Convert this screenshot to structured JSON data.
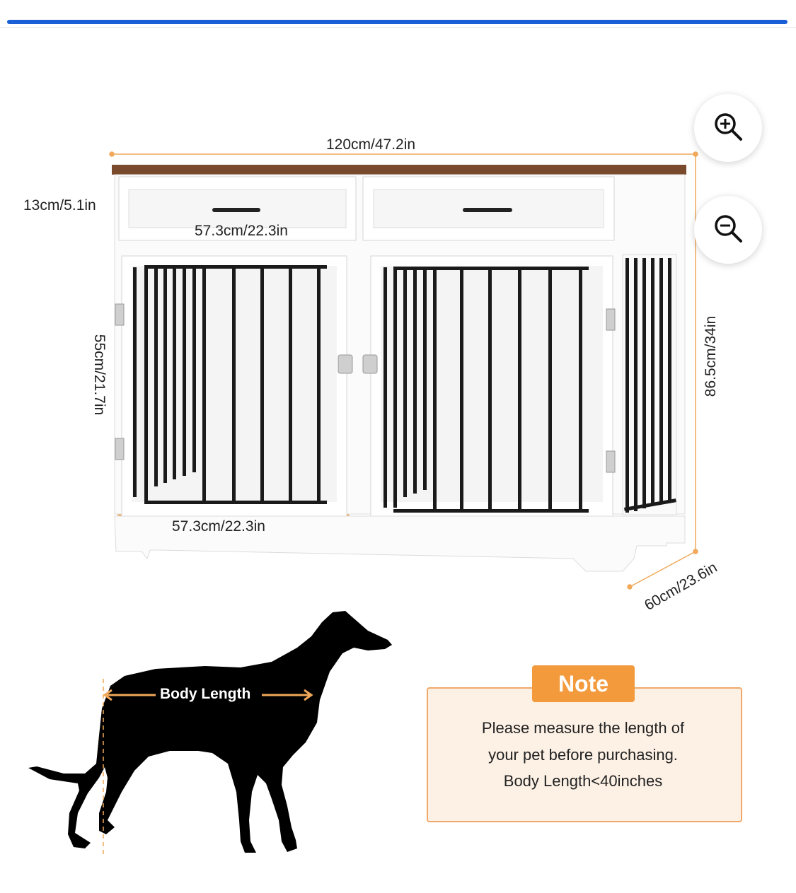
{
  "icons": {
    "zoom_in": "zoom-in-icon",
    "zoom_out": "zoom-out-icon"
  },
  "colors": {
    "accent_bar": "#1a5fd6",
    "note_orange": "#f39a3d",
    "note_bg": "#fdf1e5",
    "wood_top": "#7a4a2c",
    "dim_line": "#f0a85a"
  },
  "dimensions": {
    "width": "120cm/47.2in",
    "drawer_height": "13cm/5.1in",
    "drawer_width": "57.3cm/22.3in",
    "door_height": "55cm/21.7in",
    "door_width": "57.3cm/22.3in",
    "total_height": "86.5cm/34in",
    "depth": "60cm/23.6in"
  },
  "dog": {
    "body_length_label": "Body Length"
  },
  "note": {
    "title": "Note",
    "lines": [
      "Please measure the length of",
      "your pet before purchasing.",
      "Body Length<40inches"
    ]
  }
}
